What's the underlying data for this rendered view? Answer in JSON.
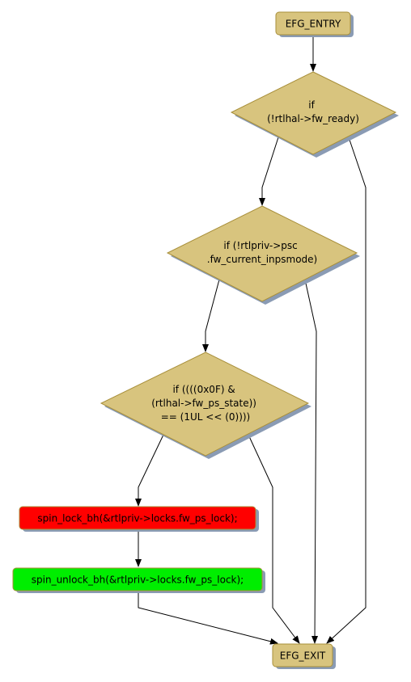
{
  "colors": {
    "node_fill": "#d8c47e",
    "node_stroke": "#a88f3a",
    "shadow": "#8a9bb4",
    "lock_fill": "#ff0000",
    "unlock_fill": "#00ee00",
    "edge": "#000000"
  },
  "nodes": {
    "entry": {
      "label": "EFG_ENTRY"
    },
    "cond1": {
      "lines": [
        "if",
        "(!rtlhal->fw_ready)"
      ]
    },
    "cond2": {
      "lines": [
        "if (!rtlpriv->psc",
        ".fw_current_inpsmode)"
      ]
    },
    "cond3": {
      "lines": [
        "if ((((0x0F) &",
        "(rtlhal->fw_ps_state))",
        "== (1UL << (0))))"
      ]
    },
    "lock": {
      "label": "spin_lock_bh(&rtlpriv->locks.fw_ps_lock);"
    },
    "unlock": {
      "label": "spin_unlock_bh(&rtlpriv->locks.fw_ps_lock);"
    },
    "exit": {
      "label": "EFG_EXIT"
    }
  }
}
